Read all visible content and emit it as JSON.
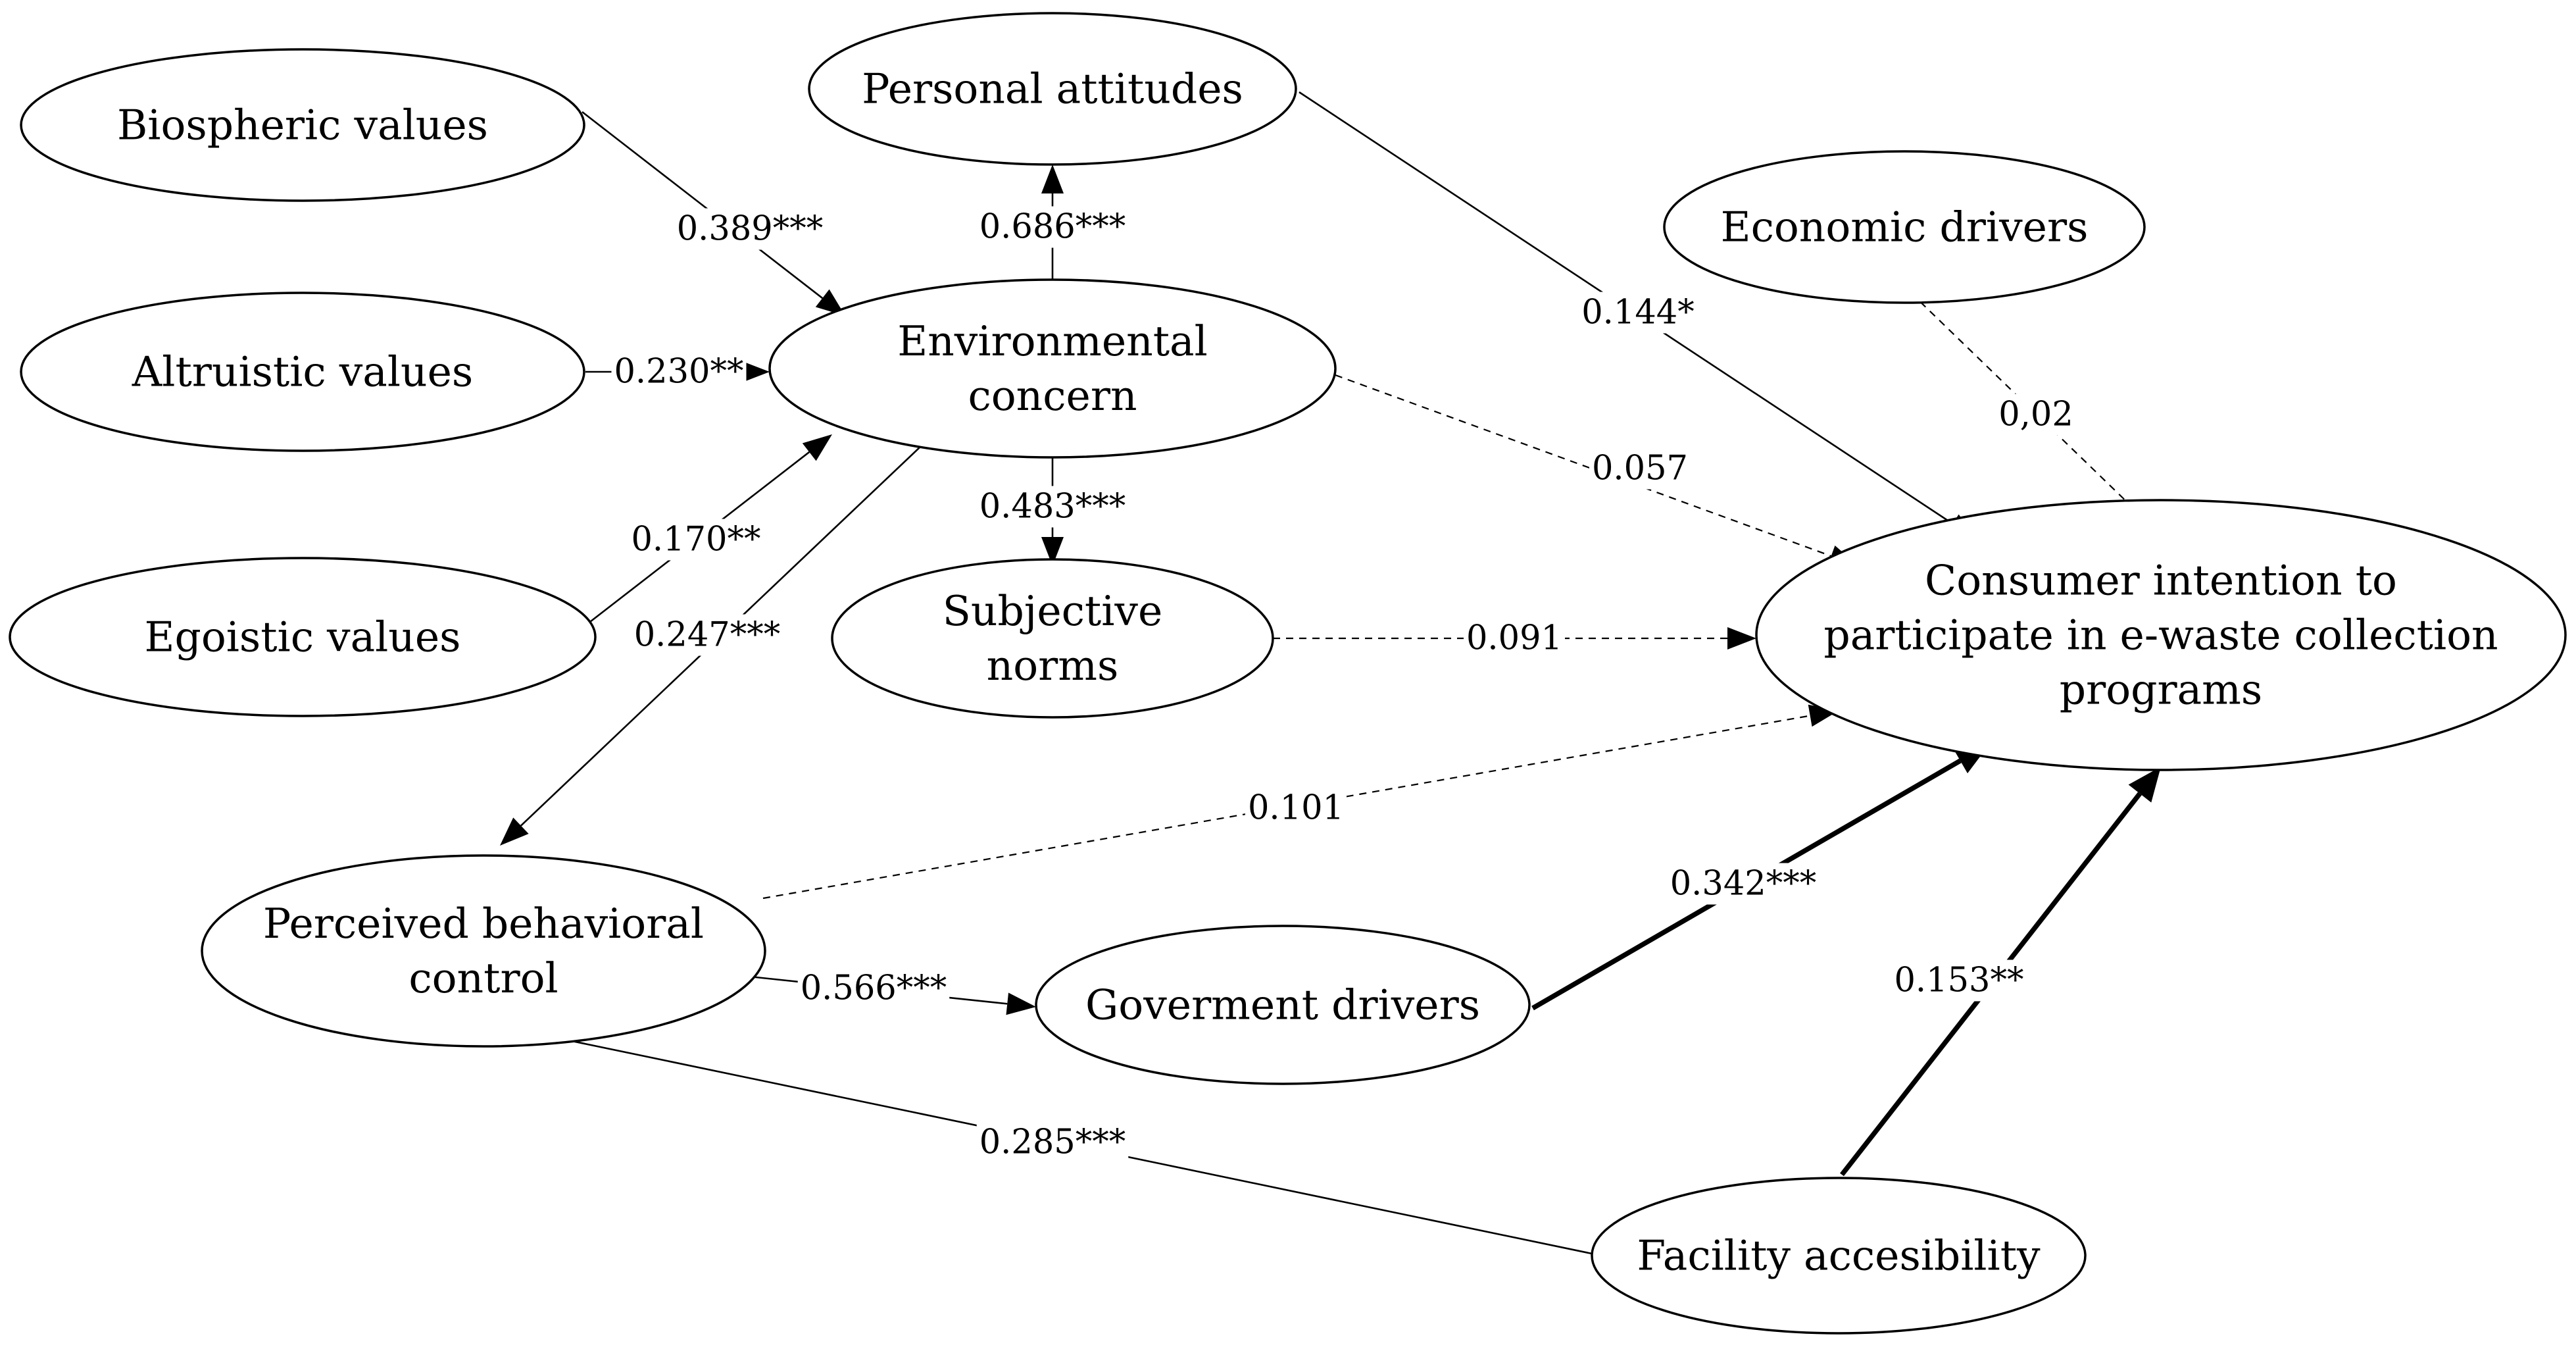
{
  "nodes": [
    {
      "id": "biospheric",
      "lines": [
        "Biospheric values"
      ]
    },
    {
      "id": "altruistic",
      "lines": [
        "Altruistic values"
      ]
    },
    {
      "id": "egoistic",
      "lines": [
        "Egoistic values"
      ]
    },
    {
      "id": "attitudes",
      "lines": [
        "Personal attitudes"
      ]
    },
    {
      "id": "concern",
      "lines": [
        "Environmental",
        "concern"
      ]
    },
    {
      "id": "norms",
      "lines": [
        "Subjective",
        "norms"
      ]
    },
    {
      "id": "economic",
      "lines": [
        "Economic drivers"
      ]
    },
    {
      "id": "intention",
      "lines": [
        "Consumer intention to",
        "participate in e-waste collection",
        "programs"
      ]
    },
    {
      "id": "pbc",
      "lines": [
        "Perceived behavioral",
        "control"
      ]
    },
    {
      "id": "government",
      "lines": [
        "Goverment drivers"
      ]
    },
    {
      "id": "facility",
      "lines": [
        "Facility accesibility"
      ]
    }
  ],
  "edges": [
    {
      "from": "biospheric",
      "to": "concern",
      "label": "0.389***",
      "style": "solid"
    },
    {
      "from": "altruistic",
      "to": "concern",
      "label": "0.230**",
      "style": "solid"
    },
    {
      "from": "egoistic",
      "to": "concern",
      "label": "0.170**",
      "style": "solid"
    },
    {
      "from": "concern",
      "to": "attitudes",
      "label": "0.686***",
      "style": "solid"
    },
    {
      "from": "concern",
      "to": "norms",
      "label": "0.483***",
      "style": "solid"
    },
    {
      "from": "concern",
      "to": "pbc",
      "label": "0.247***",
      "style": "solid"
    },
    {
      "from": "concern",
      "to": "intention",
      "label": "0.057",
      "style": "dashed"
    },
    {
      "from": "attitudes",
      "to": "intention",
      "label": "0.144*",
      "style": "solid"
    },
    {
      "from": "economic",
      "to": "intention",
      "label": "0,02",
      "style": "dashed"
    },
    {
      "from": "norms",
      "to": "intention",
      "label": "0.091",
      "style": "dashed"
    },
    {
      "from": "pbc",
      "to": "intention",
      "label": "0.101",
      "style": "dashed"
    },
    {
      "from": "pbc",
      "to": "government",
      "label": "0.566***",
      "style": "solid"
    },
    {
      "from": "government",
      "to": "intention",
      "label": "0.342***",
      "style": "bold"
    },
    {
      "from": "facility",
      "to": "intention",
      "label": "0.153**",
      "style": "bold"
    },
    {
      "from": "facility",
      "to": "pbc",
      "label": "0.285***",
      "style": "solid"
    }
  ]
}
